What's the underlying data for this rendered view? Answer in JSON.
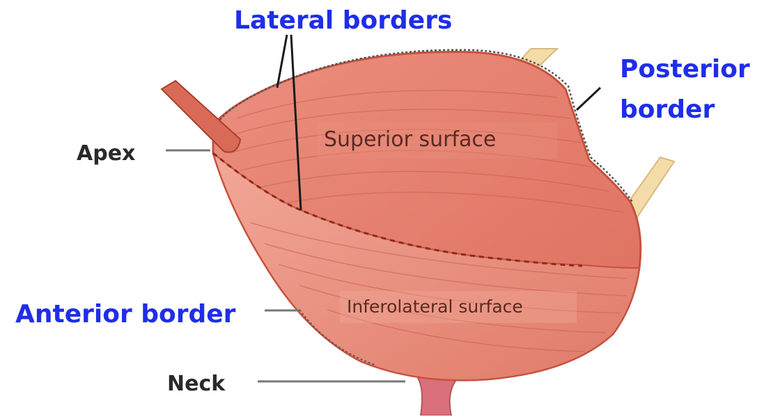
{
  "labels": {
    "lateral_borders": "Lateral borders",
    "posterior_border_line1": "Posterior",
    "posterior_border_line2": "border",
    "anterior_border": "Anterior border",
    "apex": "Apex",
    "neck": "Neck",
    "superior_surface": "Superior surface",
    "inferolateral_surface": "Inferolateral surface"
  },
  "colors": {
    "label_blue": "#1f2ee8",
    "label_dark": "#2a2a2a",
    "muscle_fill": "#e67f6e",
    "muscle_light": "#eda092",
    "muscle_stroke": "#c7513f",
    "ureter_fill": "#f3dca8",
    "neck_fill": "#d9707a"
  }
}
